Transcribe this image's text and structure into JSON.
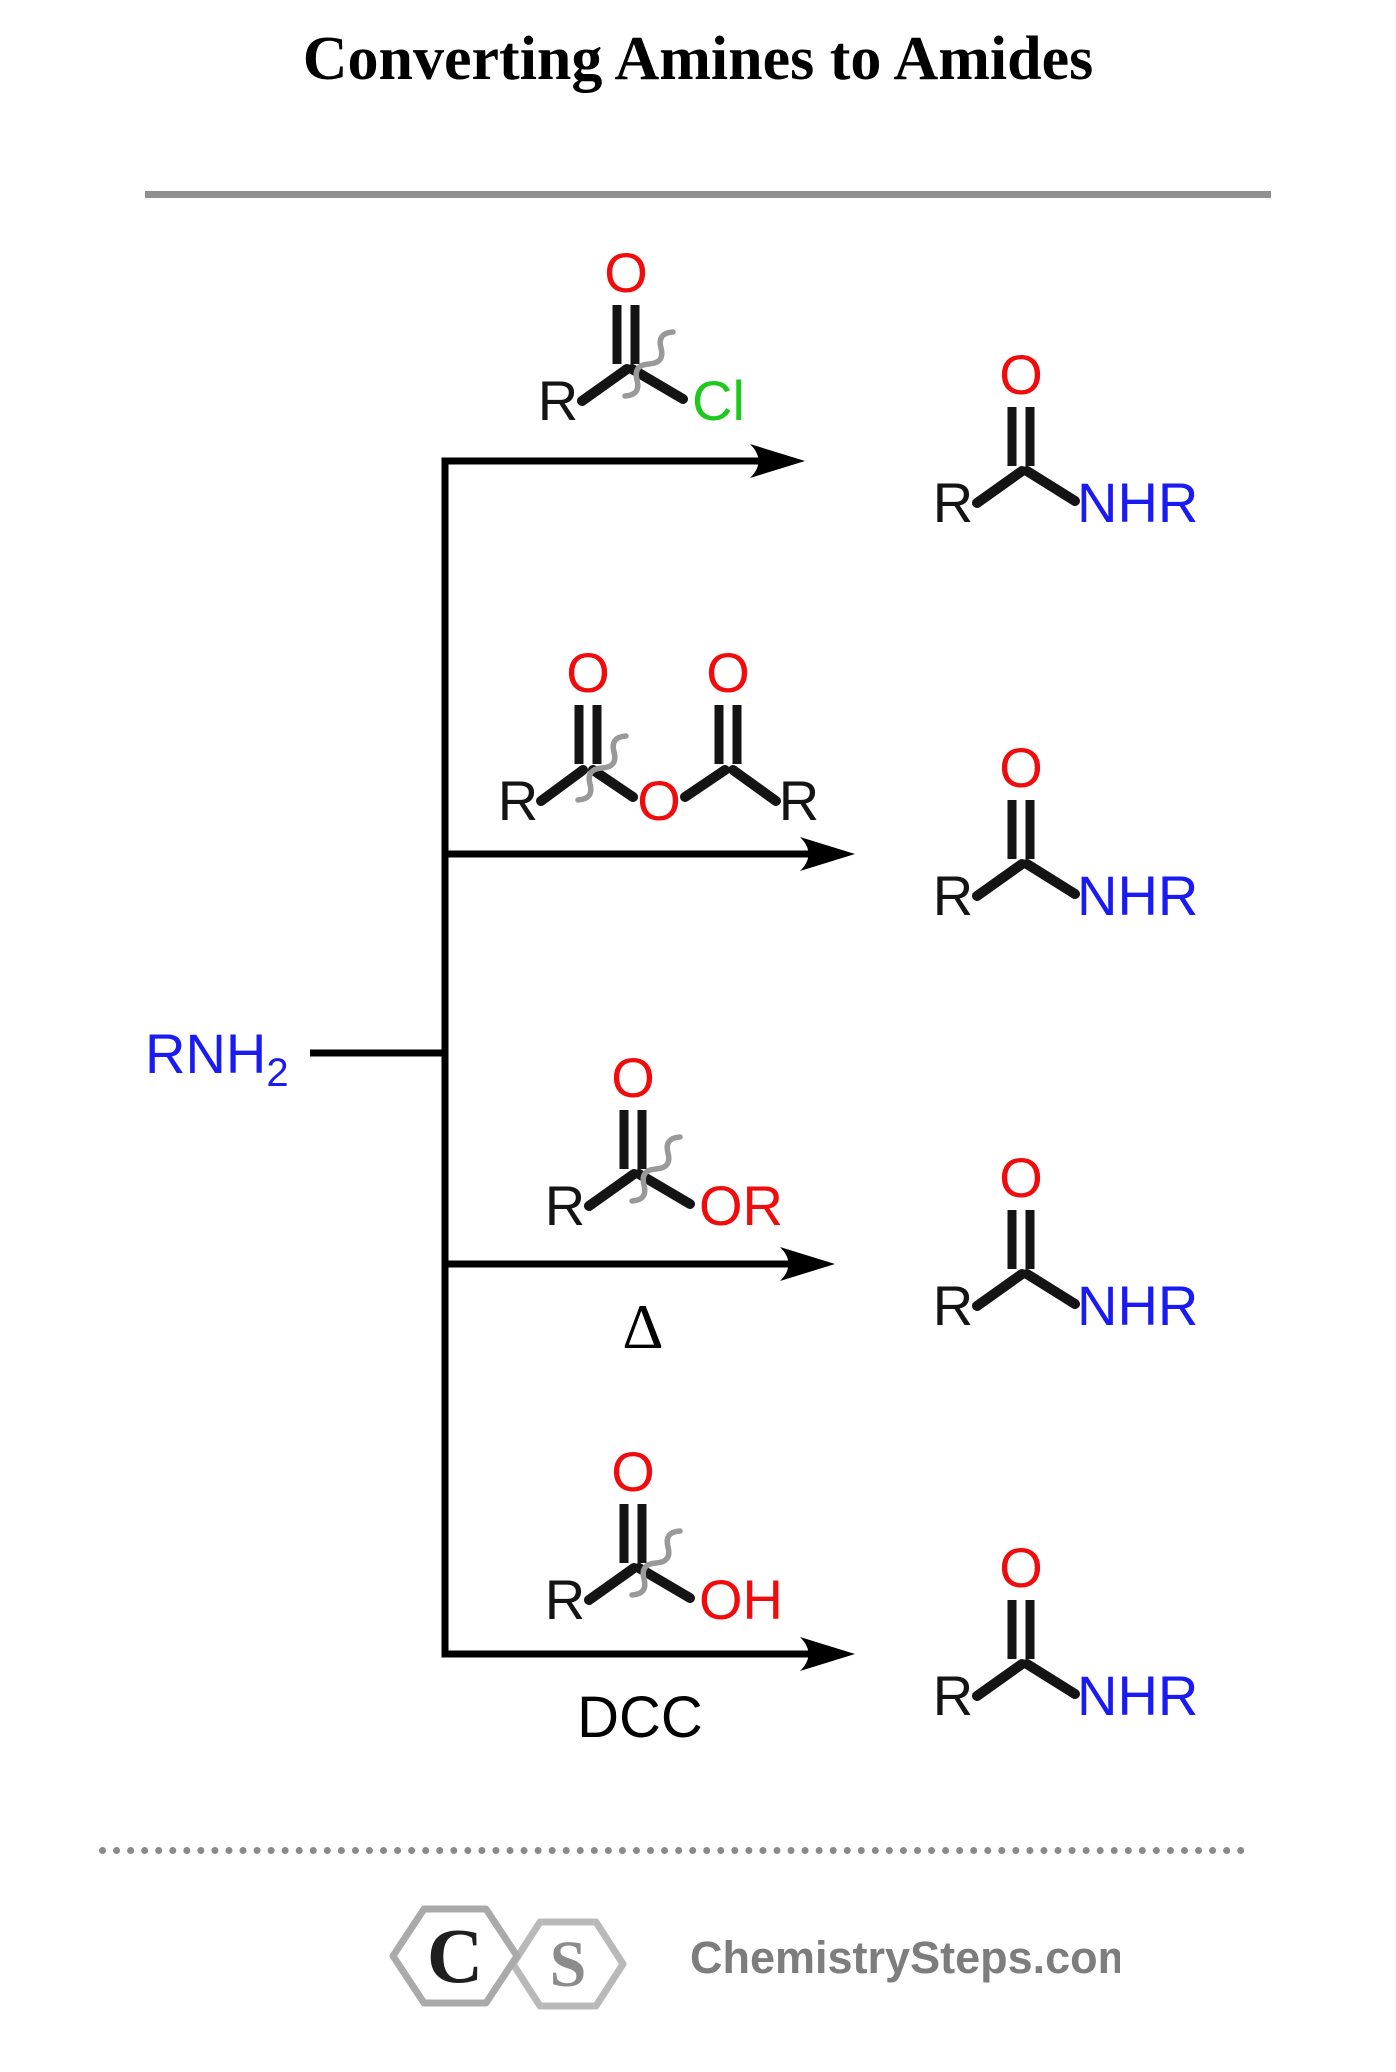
{
  "title": "Converting Amines to Amides",
  "substrate": {
    "base": "RNH",
    "sub": "2"
  },
  "structures": {
    "r": "R",
    "o": "O",
    "cl": "Cl",
    "or": "OR",
    "oh": "OH",
    "nhr": "NHR"
  },
  "conditions": {
    "ester": "Δ",
    "acid": "DCC"
  },
  "footer": {
    "logo_c": "C",
    "logo_s": "S",
    "site": "ChemistrySteps.com"
  },
  "colors": {
    "oxygen_red": "#f00c0c",
    "chlorine_green": "#1ec91e",
    "nitrogen_blue": "#1a1af2",
    "bond_black": "#141414",
    "wavy_gray": "#999999",
    "divider_gray": "#8f8f8f",
    "logo_gray": "#7d7d7d"
  }
}
